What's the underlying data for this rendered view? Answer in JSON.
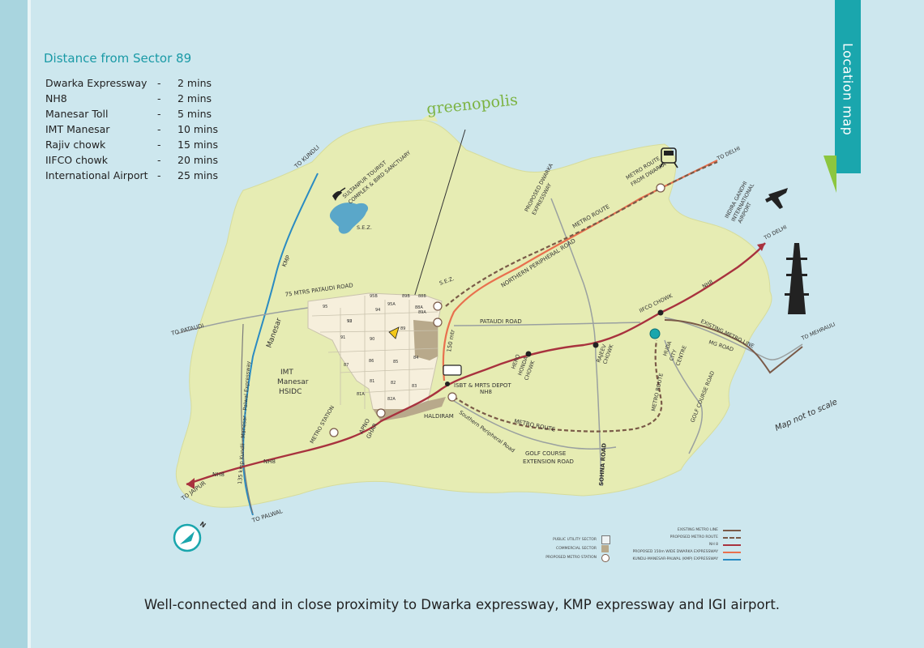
{
  "tab": {
    "label": "Location map"
  },
  "distance": {
    "title": "Distance from Sector 89",
    "rows": [
      {
        "place": "Dwarka Expressway",
        "dash": "-",
        "time": "2 mins"
      },
      {
        "place": "NH8",
        "dash": "-",
        "time": "2 mins"
      },
      {
        "place": "Manesar Toll",
        "dash": "-",
        "time": "5 mins"
      },
      {
        "place": "IMT Manesar",
        "dash": "-",
        "time": "10 mins"
      },
      {
        "place": "Rajiv chowk",
        "dash": "-",
        "time": "15 mins"
      },
      {
        "place": "IIFCO chowk",
        "dash": "-",
        "time": "20 mins"
      },
      {
        "place": "International Airport",
        "dash": "-",
        "time": "25 mins"
      }
    ]
  },
  "map": {
    "brand": "greenopolis",
    "labels": {
      "to_kundli": "TO KUNDLI",
      "kmp": "KMP",
      "sultanpur1": "SULTANPUR TOURIST",
      "sultanpur2": "COMPLEX & BIRD SANCTUARY",
      "sez": "S.E.Z.",
      "sez2": "S.E.Z.",
      "pataudi_75": "75 MTRS PATAUDI ROAD",
      "to_pataudi": "TO PATAUDI",
      "manesar": "Manesar",
      "imt1": "IMT",
      "imt2": "Manesar",
      "imt3": "HSIDC",
      "kmp_long": "135 kmp Kundli - Manesar - Palwal Expressway",
      "metro_station": "METRO STATION",
      "apno1": "APNO",
      "apno2": "GHAR",
      "nh8_left": "NH8",
      "nh8_left2": "NH8",
      "to_jaipur": "TO JAIPUR",
      "to_palwal": "TO PALWAL",
      "haldiram": "HALDIRAM",
      "southern_peripheral": "Southern Peripheral Road",
      "isbt": "ISBT & MRTS DEPOT",
      "m150": "150 mtr",
      "nh8_mid": "NH8",
      "hero1": "HERO",
      "hero2": "HONDA",
      "hero3": "CHOWK",
      "metro_route_bottom": "METRO ROUTE",
      "golf_ext1": "GOLF COURSE",
      "golf_ext2": "EXTENSION ROAD",
      "sohna": "SOHNA ROAD",
      "pataudi_road": "PATAUDI ROAD",
      "northern_peripheral": "NORTHERN PERIPHERAL ROAD",
      "metro_route_top": "METRO ROUTE",
      "proposed_dwarka1": "PROPOSED DWARKA",
      "proposed_dwarka2": "EXPRESSWAY",
      "metro_from_dwarka1": "METRO ROUTE",
      "metro_from_dwarka2": "FROM DWARKA",
      "to_delhi_top": "TO DELHI",
      "igi1": "INDIRA GANDHI",
      "igi2": "INTERNATIONAL",
      "igi3": "AIRPORT",
      "to_delhi_right": "TO DELHI",
      "nh8_right": "NH8",
      "iifco": "IIFCO CHOWK",
      "rajeev1": "RAJEEV",
      "rajeev2": "CHOWK",
      "huda1": "HUDA",
      "huda2": "CITY",
      "huda3": "CENTRE",
      "existing_metro": "EXISTING METRO LINE",
      "mg_road": "MG ROAD",
      "to_mehrauli": "TO MEHRAULI",
      "metro_route_v": "METRO ROUTE",
      "golf_course_road": "GOLF COURSE ROAD",
      "not_to_scale": "Map not to scale",
      "compass_n": "N"
    },
    "sectors": [
      "95B",
      "89B",
      "88B",
      "95A",
      "88A",
      "95",
      "94",
      "93",
      "89A",
      "89",
      "92",
      "91",
      "90",
      "87",
      "86",
      "85",
      "84",
      "81",
      "82",
      "83",
      "81A",
      "82A"
    ]
  },
  "legend": {
    "left": [
      {
        "label": "PUBLIC UTILITY SECTOR",
        "type": "box-empty"
      },
      {
        "label": "COMMERCIAL SECTOR",
        "type": "box-fill"
      },
      {
        "label": "PROPOSED METRO STATION",
        "type": "station"
      }
    ],
    "right": [
      {
        "label": "EXISTING METRO LINE",
        "type": "line-brown"
      },
      {
        "label": "PROPOSED METRO ROUTE",
        "type": "line-dashed"
      },
      {
        "label": "NH 8",
        "type": "line-red"
      },
      {
        "label": "PROPOSED 150m WIDE DWARKA EXPRESSWAY",
        "type": "line-orange"
      },
      {
        "label": "KUNDLI-MANESAR-PALWAL (KMP) EXPRESSWAY",
        "type": "line-blue"
      }
    ]
  },
  "caption": "Well-connected and in close proximity to Dwarka expressway, KMP expressway and IGI airport.",
  "colors": {
    "land": "#e6ecb3",
    "sector": "#f6efdc",
    "commercial": "#b8a98b",
    "nh8": "#a8323e",
    "metro": "#7a5a48",
    "orange": "#e8704e",
    "kmp": "#2a8bc2",
    "teal": "#1aa6ad"
  }
}
